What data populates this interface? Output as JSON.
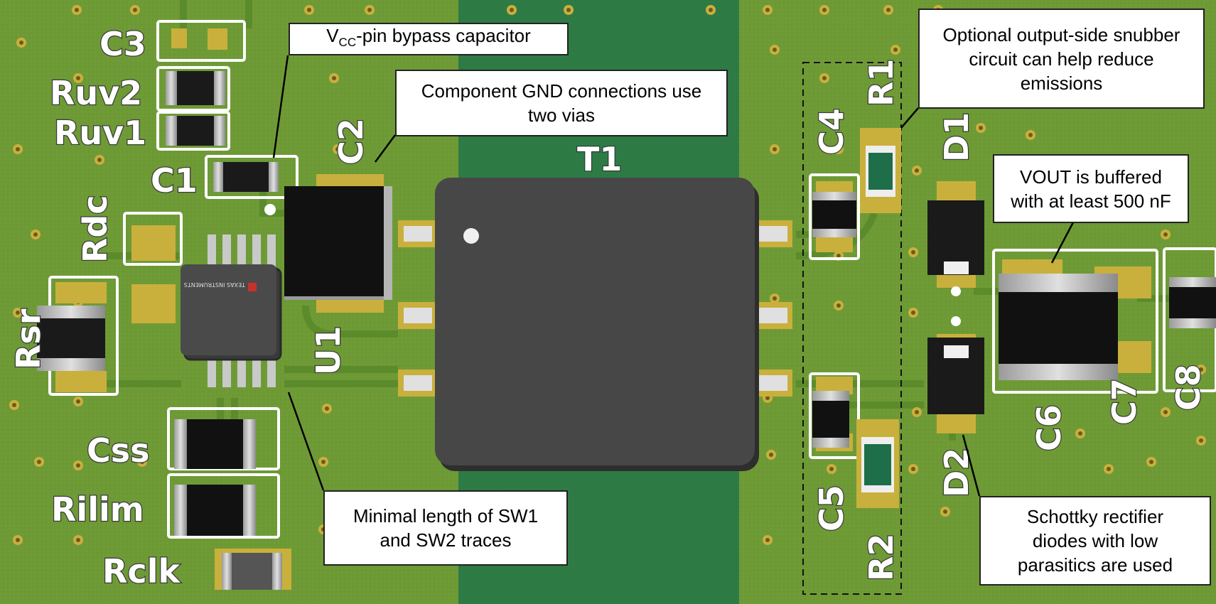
{
  "designators": {
    "c3": "C3",
    "ruv2": "Ruv2",
    "ruv1": "Ruv1",
    "c1": "C1",
    "rdc": "Rdc",
    "rsr": "Rsr",
    "css": "Css",
    "rilim": "Rilim",
    "rclk": "Rclk",
    "c2": "C2",
    "u1": "U1",
    "t1": "T1",
    "c4": "C4",
    "r1": "R1",
    "c5": "C5",
    "r2": "R2",
    "d1": "D1",
    "d2": "D2",
    "c6": "C6",
    "c7": "C7",
    "c8": "C8"
  },
  "ic_marking": "TEXAS INSTRUMENTS",
  "callouts": {
    "vcc_prefix": "V",
    "vcc_sub": "CC",
    "vcc_rest": "-pin bypass capacitor",
    "gnd_line1": "Component GND connections use",
    "gnd_line2": "two vias",
    "snubber_line1": "Optional output-side snubber",
    "snubber_line2": "circuit can help reduce",
    "snubber_line3": "emissions",
    "vout_line1": "VOUT is buffered",
    "vout_line2": "with at least 500 nF",
    "sw_line1": "Minimal length of SW1",
    "sw_line2": "and SW2 traces",
    "schottky_line1": "Schottky rectifier",
    "schottky_line2": "diodes with low",
    "schottky_line3": "parasitics are used"
  },
  "colors": {
    "board_green": "#6e9a36",
    "isolation_gap": "#2f7a46",
    "pad_gold": "#c9b03c",
    "component_body": "#1a1a1a",
    "transformer_body": "#4a4a4a",
    "silkscreen": "#ffffff"
  }
}
